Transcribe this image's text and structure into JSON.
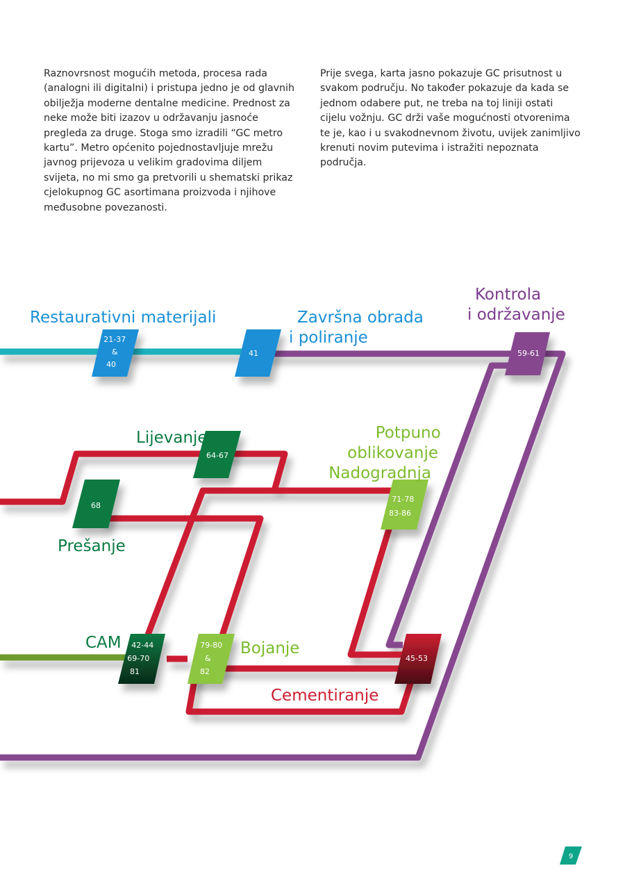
{
  "text": {
    "left": "Raznovrsnost mogućih metoda, procesa rada (analogni ili digitalni) i pristupa jedno je od glavnih obilježja moderne dentalne medicine. Prednost za neke može biti izazov u održavanju jasnoće pregleda za druge. Stoga smo izradili “GC metro kartu”. Metro općenito pojednostavljuje mrežu javnog prijevoza u velikim gradovima diljem svijeta, no mi smo ga pretvorili u shematski prikaz cjelokupnog GC asortimana proizvoda i njihove međusobne povezanosti.",
    "right": "Prije svega, karta jasno pokazuje GC prisutnost u svakom području. No također pokazuje da kada se jednom odabere put, ne treba na toj liniji ostati cijelu vožnju. GC drži vaše mogućnosti otvorenima te je, kao i u svakodnevnom životu, uvijek zanimljivo krenuti novim putevima i istražiti nepoznata područja."
  },
  "labels": {
    "restaurativni": "Restaurativni materijali",
    "zavrsna_1": "Završna obrada",
    "zavrsna_2": "i poliranje",
    "kontrola_1": "Kontrola",
    "kontrola_2": "i održavanje",
    "lijevanje": "Lijevanje",
    "presanje": "Prešanje",
    "potpuno_1": "Potpuno",
    "potpuno_2": "oblikovanje",
    "nadogradnja": "Nadogradnja",
    "cam": "CAM",
    "bojanje": "Bojanje",
    "cementiranje": "Cementiranje"
  },
  "stations": {
    "s1": [
      "21-37",
      "&",
      "40"
    ],
    "s2": [
      "41"
    ],
    "s3": [
      "59-61"
    ],
    "s4": [
      "64-67"
    ],
    "s5": [
      "68"
    ],
    "s6": [
      "71-78",
      "83-86"
    ],
    "s7": [
      "42-44",
      "69-70",
      "81"
    ],
    "s8": [
      "79-80",
      "&",
      "82"
    ],
    "s9": [
      "45-53"
    ]
  },
  "page_number": "9",
  "colors": {
    "teal": "#1db1bd",
    "purple": "#86478f",
    "red": "#cc1f31",
    "olive": "#6e9a2d",
    "blue": "#1a8fd6",
    "dark_green": "#0a7a42",
    "light_green": "#8dc63f",
    "purple_label": "#7b3b8c",
    "blue_label": "#1a8fd6",
    "green_label": "#0a7a42",
    "light_green_label": "#7dbb2e",
    "red_label": "#cc1f31"
  }
}
